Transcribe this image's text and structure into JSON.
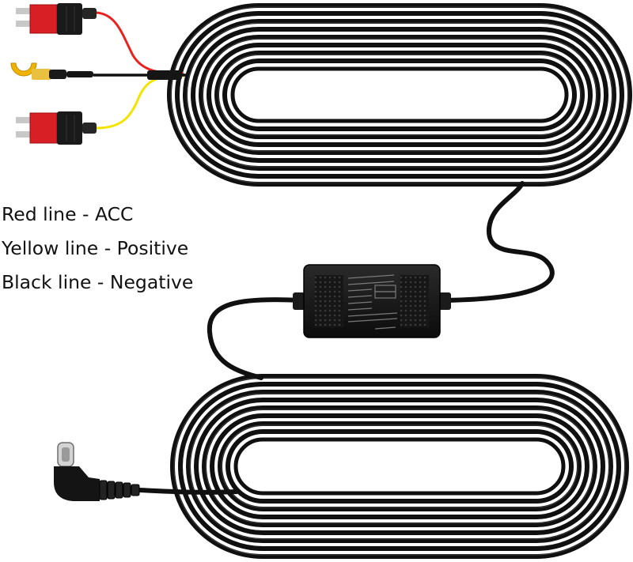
{
  "legend": {
    "lines": [
      "Red line - ACC",
      "Yellow line - Positive",
      "Black line - Negative"
    ]
  },
  "colors": {
    "red_wire": "#e8231e",
    "yellow_wire": "#f2e400",
    "cable": "#101010",
    "fuse_red": "#d81f26",
    "fuse_black": "#1a1a1a",
    "metal": "#c8c8c8",
    "ring_terminal": "#f0b400",
    "background": "#ffffff"
  },
  "parts": {
    "upper_coil": "cable-coil",
    "lower_coil": "cable-coil",
    "converter": "step-down-converter-box",
    "connector": "usb-c-right-angle-plug",
    "fuse_taps": [
      "add-a-fuse-tap",
      "add-a-fuse-tap"
    ],
    "ground": "ring-terminal"
  }
}
